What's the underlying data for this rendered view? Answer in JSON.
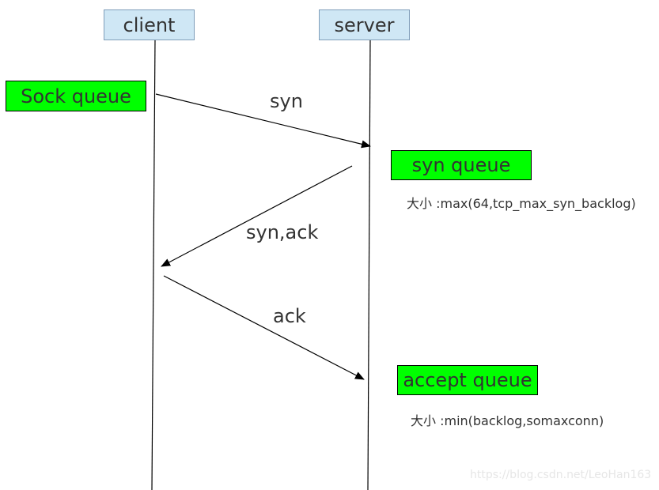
{
  "actors": {
    "client": "client",
    "server": "server"
  },
  "queues": {
    "sock": "Sock queue",
    "syn": "syn queue",
    "accept": "accept queue"
  },
  "messages": {
    "syn": "syn",
    "syn_ack": "syn,ack",
    "ack": "ack"
  },
  "notes": {
    "syn_queue_size": "大小 :max(64,tcp_max_syn_backlog)",
    "accept_queue_size": "大小 :min(backlog,somaxconn)"
  },
  "watermark": "https://blog.csdn.net/LeoHan163",
  "colors": {
    "actor_fill": "#cfe7f5",
    "queue_fill": "#00ff00",
    "line": "#000000",
    "text": "#333333"
  }
}
